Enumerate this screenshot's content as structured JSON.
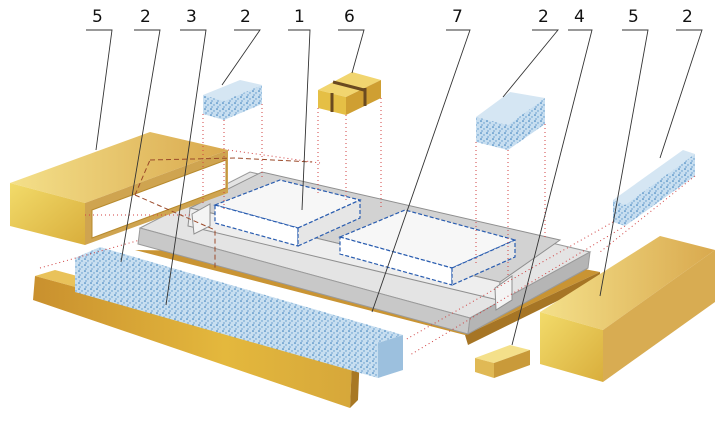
{
  "callouts": [
    {
      "id": "c1",
      "text": "5"
    },
    {
      "id": "c2",
      "text": "2"
    },
    {
      "id": "c3",
      "text": "3"
    },
    {
      "id": "c4",
      "text": "2"
    },
    {
      "id": "c5",
      "text": "1"
    },
    {
      "id": "c6",
      "text": "6"
    },
    {
      "id": "c7",
      "text": "7"
    },
    {
      "id": "c8",
      "text": "2"
    },
    {
      "id": "c9",
      "text": "4"
    },
    {
      "id": "c10",
      "text": "5"
    },
    {
      "id": "c11",
      "text": "2"
    }
  ],
  "colors": {
    "gold_light": "#f3dd7a",
    "gold_mid": "#e0b955",
    "gold_dark": "#b78a2e",
    "board_light": "#e6b83a",
    "board_dark": "#b9822a",
    "foam": "#bcd6ea",
    "foam_dot": "#2f78b8",
    "tray": "#e2e2e2",
    "tray_dark": "#bdbdbd",
    "guide_red": "#d04040",
    "dash_blue": "#2a5db0"
  }
}
